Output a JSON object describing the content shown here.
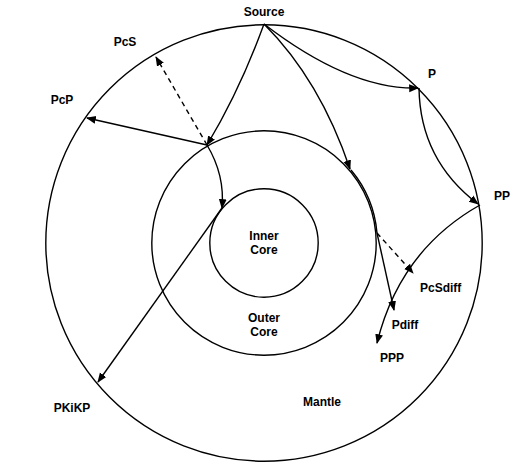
{
  "diagram": {
    "nodes": [
      {
        "text": [
          "Mantle"
        ]
      },
      {
        "text": [
          "Outer Core"
        ],
        "in": 0
      },
      {
        "text": [
          "Inner Core"
        ],
        "in": 1
      }
    ],
    "labels": [
      "Source",
      "PcS",
      "PcP",
      "P",
      "PP",
      "PcSdiff",
      "Pdiff",
      "PPP",
      "PKiKP"
    ]
  }
}
